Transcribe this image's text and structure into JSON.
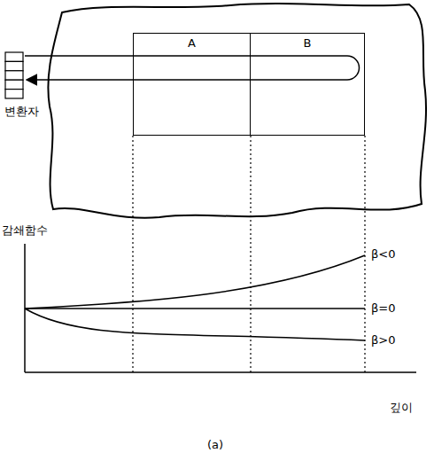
{
  "diagram": {
    "nodes": [
      {
        "text": [
          "변환자"
        ]
      },
      {
        "text": [
          "A"
        ]
      },
      {
        "text": [
          "B"
        ]
      }
    ],
    "labels": [
      "감쇄함수",
      "β<0",
      "β=0",
      "β>0",
      "깊이",
      "(a)"
    ]
  }
}
